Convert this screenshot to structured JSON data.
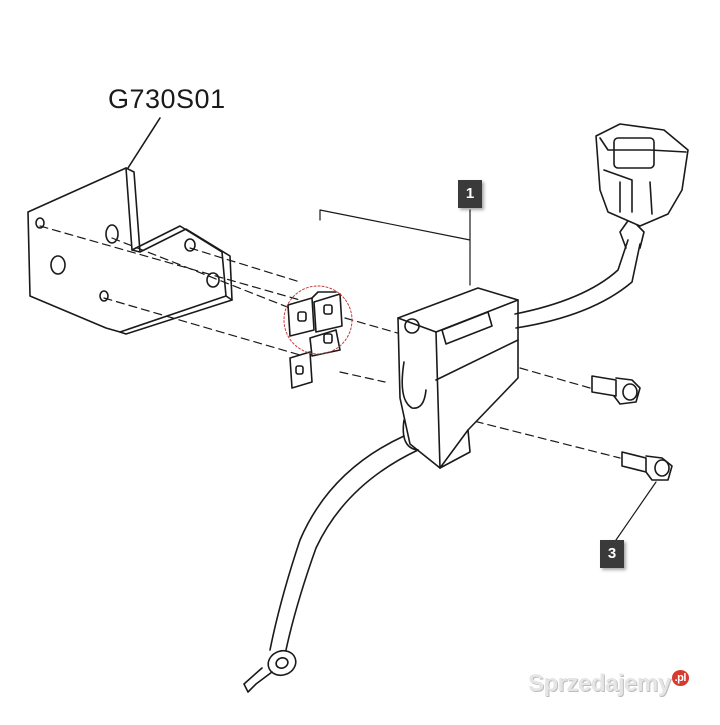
{
  "diagram": {
    "part_code": "G730S01",
    "callouts": [
      {
        "label": "1"
      },
      {
        "label": "3"
      }
    ]
  },
  "watermark": {
    "text": "Sprzedajemy",
    "suffix": ".pl"
  },
  "colors": {
    "line": "#1a1a1a",
    "callout_bg": "#3a3a3a",
    "callout_text": "#ffffff",
    "highlight_circle": "#c43a3a",
    "watermark_accent": "#d73a2f"
  }
}
